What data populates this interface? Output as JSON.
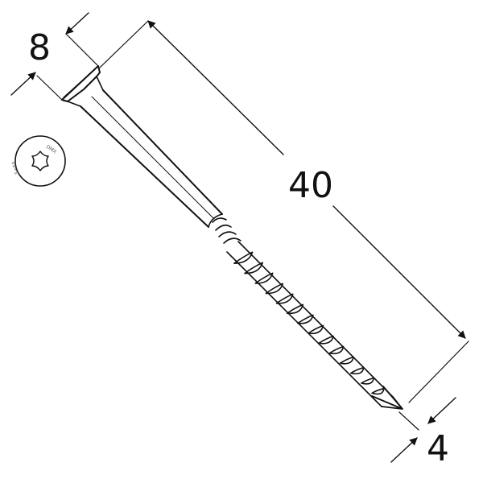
{
  "dimensions": {
    "head_diameter": "8",
    "length": "40",
    "thread_diameter": "4"
  },
  "screw_head": {
    "marking_top": "DMX",
    "marking_bottom": "5×50"
  },
  "colors": {
    "line": "#111111",
    "background": "#ffffff"
  }
}
